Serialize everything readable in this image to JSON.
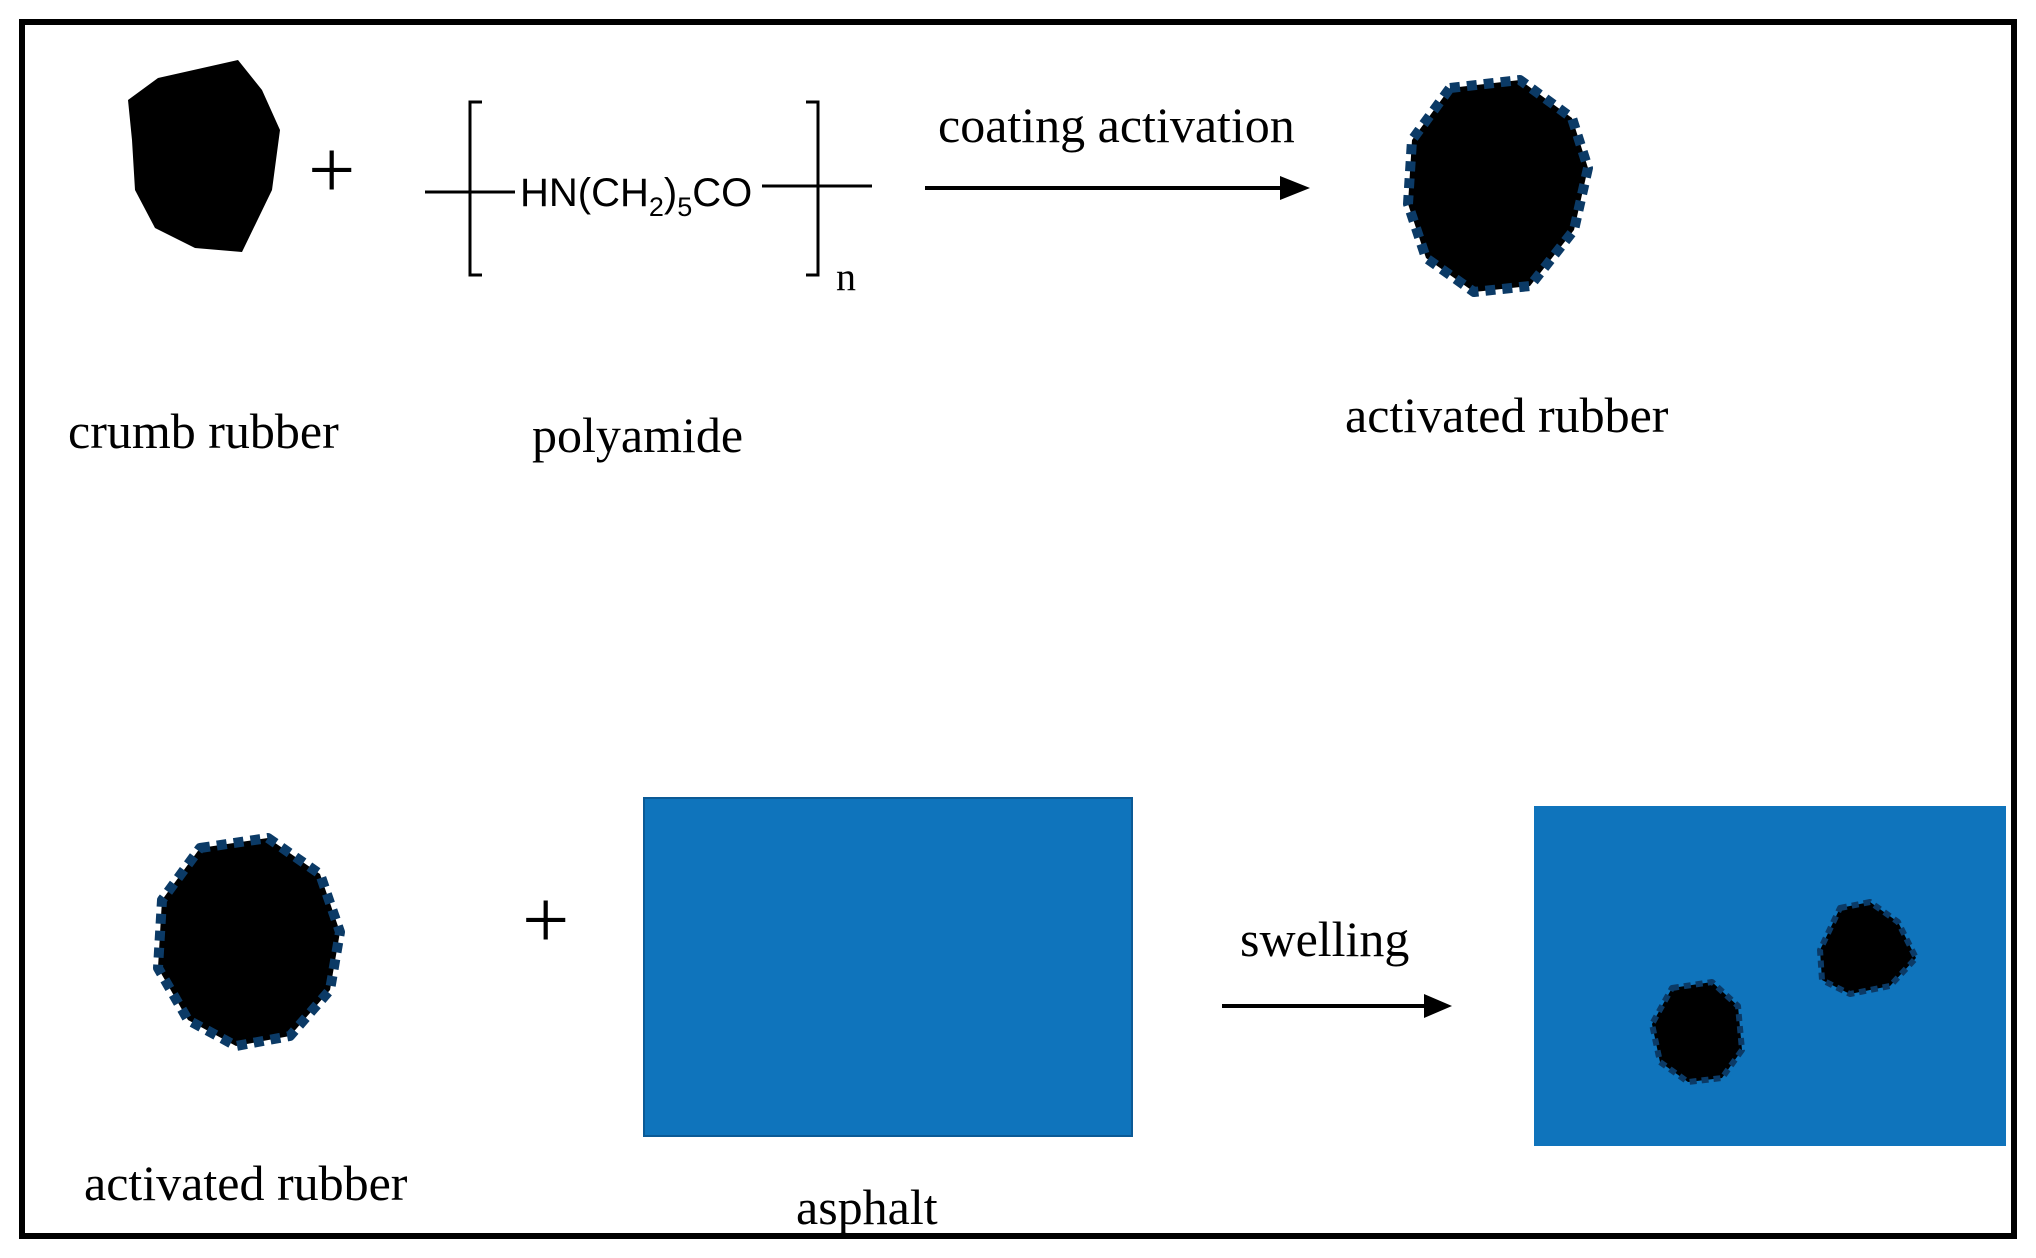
{
  "colors": {
    "frame": "#000000",
    "particle": "#000000",
    "coating": "#0b3a66",
    "asphalt": "#0f74bc",
    "text": "#000000"
  },
  "row1": {
    "crumb_label": "crumb rubber",
    "plus": "+",
    "polyamide_formula_main": "HN(CH",
    "polyamide_formula_sub1": "2",
    "polyamide_formula_mid": ")",
    "polyamide_formula_sub2": "5",
    "polyamide_formula_end": "CO",
    "polyamide_repeat": "n",
    "polyamide_label": "polyamide",
    "arrow_label": "coating activation",
    "product_label": "activated rubber"
  },
  "row2": {
    "reactant_label": "activated rubber",
    "plus": "+",
    "asphalt_label": "asphalt",
    "arrow_label": "swelling"
  }
}
